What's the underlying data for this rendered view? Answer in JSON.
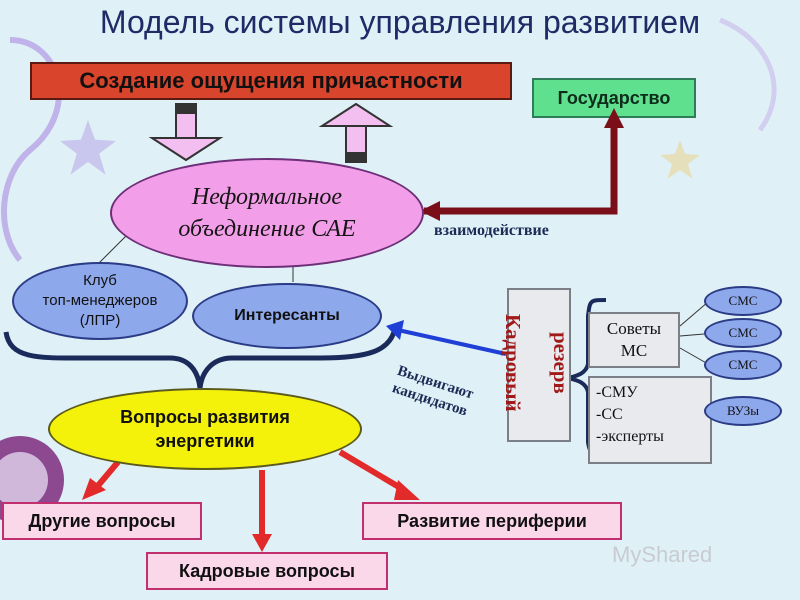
{
  "title": "Модель системы управления развитием",
  "banner": "Создание ощущения причастности",
  "state": "Государство",
  "informal_line1": "Неформальное",
  "informal_line2": "объединение САЕ",
  "interaction": "взаимодействие",
  "club_line1": "Клуб",
  "club_line2": "топ-менеджеров",
  "club_line3": "(ЛПР)",
  "interest": "Интересанты",
  "nominate_line1": "Выдвигают",
  "nominate_line2": "кандидатов",
  "energy_line1": "Вопросы развития",
  "energy_line2": "энергетики",
  "other": "Другие вопросы",
  "hr": "Кадровые вопросы",
  "periphery": "Развитие периферии",
  "reserve_line1": "Кадровый",
  "reserve_line2": "резерв",
  "councils_line1": "Советы",
  "councils_line2": "МС",
  "smu_items": [
    "-СМУ",
    "-СС",
    "-эксперты"
  ],
  "cms": [
    "СМС",
    "СМС",
    "СМС"
  ],
  "vuz": "ВУЗы",
  "watermark": "MyShared",
  "colors": {
    "background": "#dff1f6",
    "banner": "#d9442c",
    "state": "#5ee08f",
    "informal": "#f29ee8",
    "blue_ellipse": "#8ea8ec",
    "energy": "#f4f10a",
    "topic_box": "#fbd7ea",
    "arrow_red": "#e32a2a",
    "arrow_dark": "#7a0f1a",
    "arrow_blue": "#1f3fd6"
  }
}
